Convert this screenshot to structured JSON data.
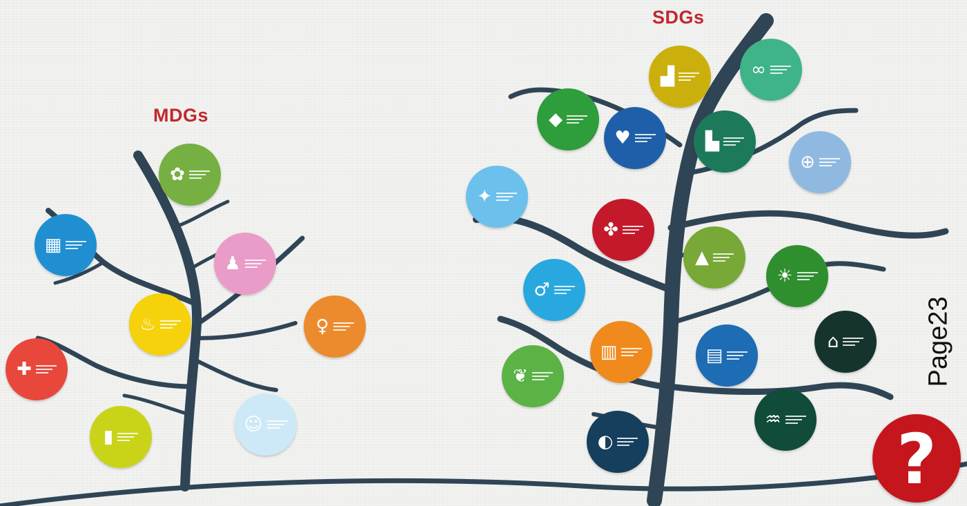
{
  "titles": {
    "mdgs": "MDGs",
    "sdgs": "SDGs"
  },
  "page_label": "Page23",
  "help_button": {
    "label": "?",
    "color": "#c4161c"
  },
  "colors": {
    "branch": "#2f4556",
    "title": "#c0282d"
  },
  "mdg_icons": [
    {
      "name": "mdg-environment",
      "color": "#76b043",
      "glyph": "✿"
    },
    {
      "name": "mdg-partnership",
      "color": "#1f8fd1",
      "glyph": "▦"
    },
    {
      "name": "mdg-maternal-health",
      "color": "#ea9cc8",
      "glyph": "♟"
    },
    {
      "name": "mdg-education",
      "color": "#f5d20b",
      "glyph": "♨"
    },
    {
      "name": "mdg-gender-equality",
      "color": "#ec8b2d",
      "glyph": "♀"
    },
    {
      "name": "mdg-disease",
      "color": "#e8483b",
      "glyph": "✚"
    },
    {
      "name": "mdg-poverty-hunger",
      "color": "#c9d419",
      "glyph": "▮"
    },
    {
      "name": "mdg-child-mortality",
      "color": "#cde9f7",
      "glyph": "☺"
    }
  ],
  "sdg_icons": [
    {
      "name": "sdg-industry-innovation",
      "color": "#cbb00d",
      "glyph": "▟"
    },
    {
      "name": "sdg-consumption-production",
      "color": "#3fb488",
      "glyph": "∞"
    },
    {
      "name": "sdg-life-below-water",
      "color": "#2e9d3b",
      "glyph": "◆"
    },
    {
      "name": "sdg-good-health",
      "color": "#1f5faa",
      "glyph": "♥"
    },
    {
      "name": "sdg-sustainable-cities",
      "color": "#1c7a5a",
      "glyph": "▙"
    },
    {
      "name": "sdg-reduced-inequalities",
      "color": "#8fb9e0",
      "glyph": "⊕"
    },
    {
      "name": "sdg-peace-justice",
      "color": "#6cc0ec",
      "glyph": "✦"
    },
    {
      "name": "sdg-partnerships",
      "color": "#c4182b",
      "glyph": "✤"
    },
    {
      "name": "sdg-climate-action",
      "color": "#78a837",
      "glyph": "▲"
    },
    {
      "name": "sdg-gender-equality",
      "color": "#29a8df",
      "glyph": "♂"
    },
    {
      "name": "sdg-clean-energy",
      "color": "#2f8f2f",
      "glyph": "☀"
    },
    {
      "name": "sdg-no-poverty",
      "color": "#16342e",
      "glyph": "⌂"
    },
    {
      "name": "sdg-decent-work",
      "color": "#f08a1d",
      "glyph": "▥"
    },
    {
      "name": "sdg-quality-education",
      "color": "#1d6cb4",
      "glyph": "▤"
    },
    {
      "name": "sdg-life-on-land",
      "color": "#5bb245",
      "glyph": "❦"
    },
    {
      "name": "sdg-clean-water",
      "color": "#114b3a",
      "glyph": "♒"
    },
    {
      "name": "sdg-zero-hunger",
      "color": "#153f5c",
      "glyph": "◐"
    }
  ]
}
